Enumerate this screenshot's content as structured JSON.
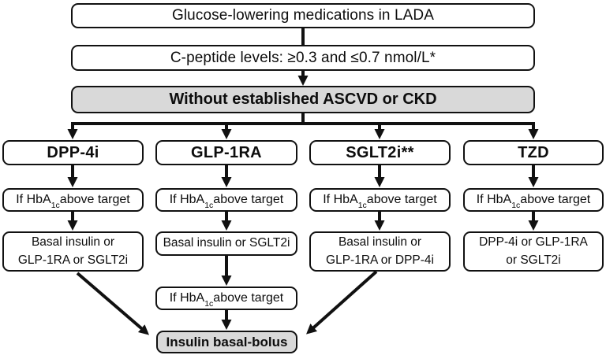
{
  "flowchart": {
    "title": "Glucose-lowering medications in LADA",
    "cpeptide": "C-peptide levels: ≥0.3 and ≤0.7 nmol/L*",
    "condition": "Without established ASCVD or CKD",
    "hba": {
      "prefix": "If HbA",
      "sub": "1c",
      "suffix": " above target"
    },
    "columns": [
      {
        "header": "DPP-4i",
        "therapy_line1": "Basal insulin or",
        "therapy_line2": "GLP-1RA or SGLT2i"
      },
      {
        "header": "GLP-1RA",
        "therapy_line1": "Basal insulin or SGLT2i",
        "therapy_line2": ""
      },
      {
        "header": "SGLT2i**",
        "therapy_line1": "Basal insulin or",
        "therapy_line2": "GLP-1RA or DPP-4i"
      },
      {
        "header": "TZD",
        "therapy_line1": "DPP-4i or GLP-1RA",
        "therapy_line2": "or SGLT2i"
      }
    ],
    "final": "Insulin basal-bolus",
    "colors": {
      "border": "#111111",
      "shaded_fill": "#d9d9d9",
      "box_fill": "#ffffff"
    }
  }
}
